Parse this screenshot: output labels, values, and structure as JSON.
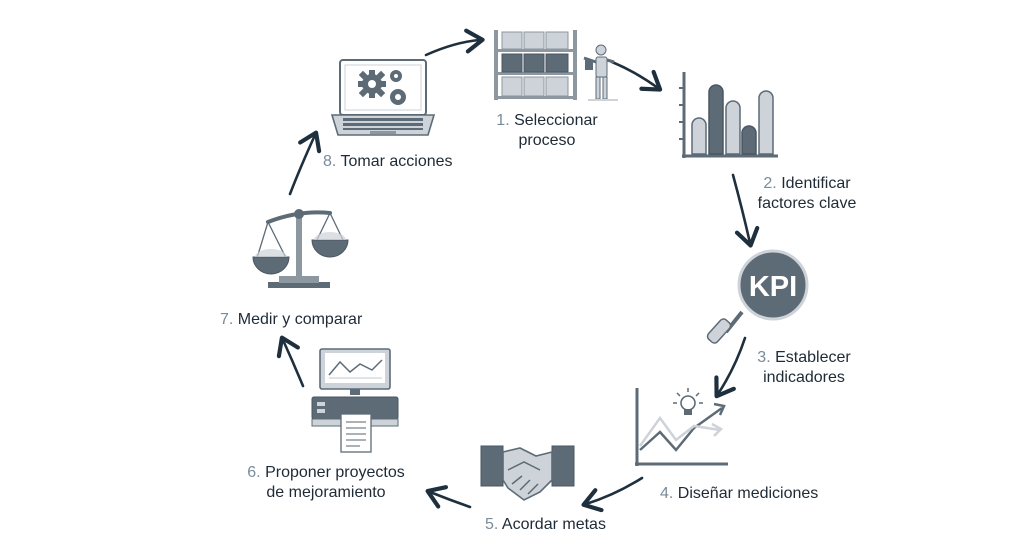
{
  "diagram": {
    "steps": [
      {
        "num": "1.",
        "text": "Seleccionar",
        "text2": "proceso",
        "icon": "warehouse-shelf-worker-icon"
      },
      {
        "num": "2.",
        "text": "Identificar",
        "text2": "factores clave",
        "icon": "bar-chart-icon"
      },
      {
        "num": "3.",
        "text": "Establecer",
        "text2": "indicadores",
        "icon": "kpi-magnifier-icon"
      },
      {
        "num": "4.",
        "text": "Diseñar mediciones",
        "text2": "",
        "icon": "line-chart-lightbulb-icon"
      },
      {
        "num": "5.",
        "text": "Acordar metas",
        "text2": "",
        "icon": "handshake-icon"
      },
      {
        "num": "6.",
        "text": "Proponer proyectos",
        "text2": "de mejoramiento",
        "icon": "computer-printer-icon"
      },
      {
        "num": "7.",
        "text": "Medir y comparar",
        "text2": "",
        "icon": "balance-scale-icon"
      },
      {
        "num": "8.",
        "text": "Tomar acciones",
        "text2": "",
        "icon": "laptop-gears-icon"
      }
    ],
    "kpi_text": "KPI",
    "colors": {
      "dark": "#1e2f3d",
      "slate": "#5d6b77",
      "light": "#cdd3d8",
      "num": "#7a8b99"
    }
  }
}
